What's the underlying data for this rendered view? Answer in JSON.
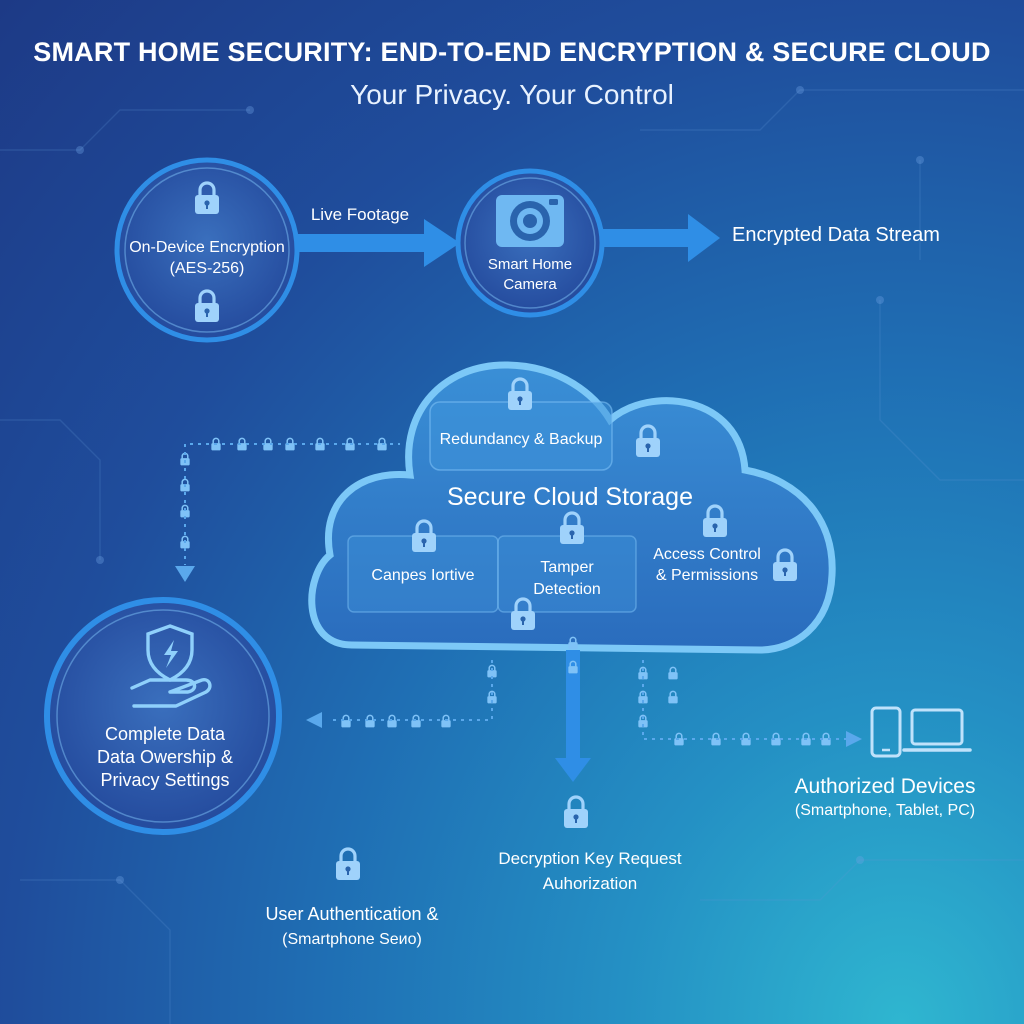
{
  "header": {
    "title": "SMART HOME SECURITY: END-TO-END ENCRYPTION & SECURE CLOUD",
    "subtitle": "Your Privacy. Your Control"
  },
  "nodes": {
    "encryption": {
      "line1": "On-Device Encryption",
      "line2": "(AES-256)"
    },
    "camera": {
      "line1": "Smart Home",
      "line2": "Camera"
    },
    "stream": {
      "label": "Encrypted Data Stream"
    },
    "footage": {
      "label": "Live Footage"
    },
    "cloud": {
      "title": "Secure Cloud Storage",
      "redundancy": "Redundancy & Backup",
      "left_box": "Canpes Iortive",
      "tamper_line1": "Tamper",
      "tamper_line2": "Detection",
      "access_line1": "Access Control",
      "access_line2": "& Permissions"
    },
    "ownership": {
      "line1": "Complete Data",
      "line2": "Data Owership &",
      "line3": "Privacy Settings"
    },
    "devices": {
      "title": "Authorized Devices",
      "subtitle": "(Smartphone, Tablet, PC)"
    },
    "decryption": {
      "line1": "Decryption Key Request",
      "line2": "Auhorization"
    },
    "auth": {
      "line1": "User Authentication &",
      "line2": "(Smartphone Seиo)"
    }
  },
  "colors": {
    "accent": "#2f8ee6",
    "stroke": "#56b2f5",
    "cloud_fill": "#2f7cc8",
    "lock": "#9fd2fb"
  }
}
